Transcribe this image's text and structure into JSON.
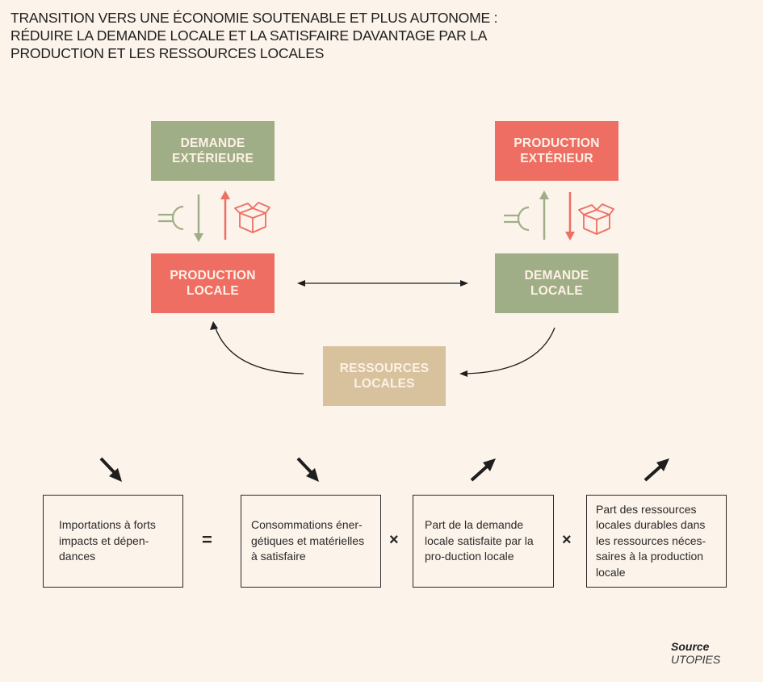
{
  "title": {
    "lines": [
      "TRANSITION VERS UNE ÉCONOMIE SOUTENABLE ET PLUS AUTONOME :",
      "RÉDUIRE LA DEMANDE LOCALE ET LA SATISFAIRE DAVANTAGE PAR LA",
      "PRODUCTION ET LES RESSOURCES LOCALES"
    ]
  },
  "colors": {
    "background": "#fcf3ea",
    "green": "#a0ae87",
    "red": "#ee6e63",
    "tan": "#d8c29e",
    "text_light": "#fdf1e6",
    "dark": "#222222"
  },
  "diagram": {
    "demande_exterieure": [
      "DEMANDE",
      "EXTÉRIEURE"
    ],
    "production_locale": [
      "PRODUCTION",
      "LOCALE"
    ],
    "production_exterieur": [
      "PRODUCTION",
      "EXTÉRIEUR"
    ],
    "demande_locale": [
      "DEMANDE",
      "LOCALE"
    ],
    "ressources_locales": [
      "RESSOURCES",
      "LOCALES"
    ],
    "icons": {
      "money": "euro-icon",
      "goods": "box-icon"
    }
  },
  "equation": {
    "terms": [
      {
        "text": "Importations à forts impacts et dépen-dances",
        "trend": "down"
      },
      {
        "text": "Consommations éner-gétiques et matérielles à satisfaire",
        "trend": "down"
      },
      {
        "text": "Part de la demande locale satisfaite par la pro-duction locale",
        "trend": "up"
      },
      {
        "text": "Part des ressources locales durables dans les ressources néces-saires à la production locale",
        "trend": "up"
      }
    ],
    "operators": [
      "=",
      "×",
      "×"
    ]
  },
  "source": {
    "label": "Source",
    "value": "UTOPIES"
  }
}
